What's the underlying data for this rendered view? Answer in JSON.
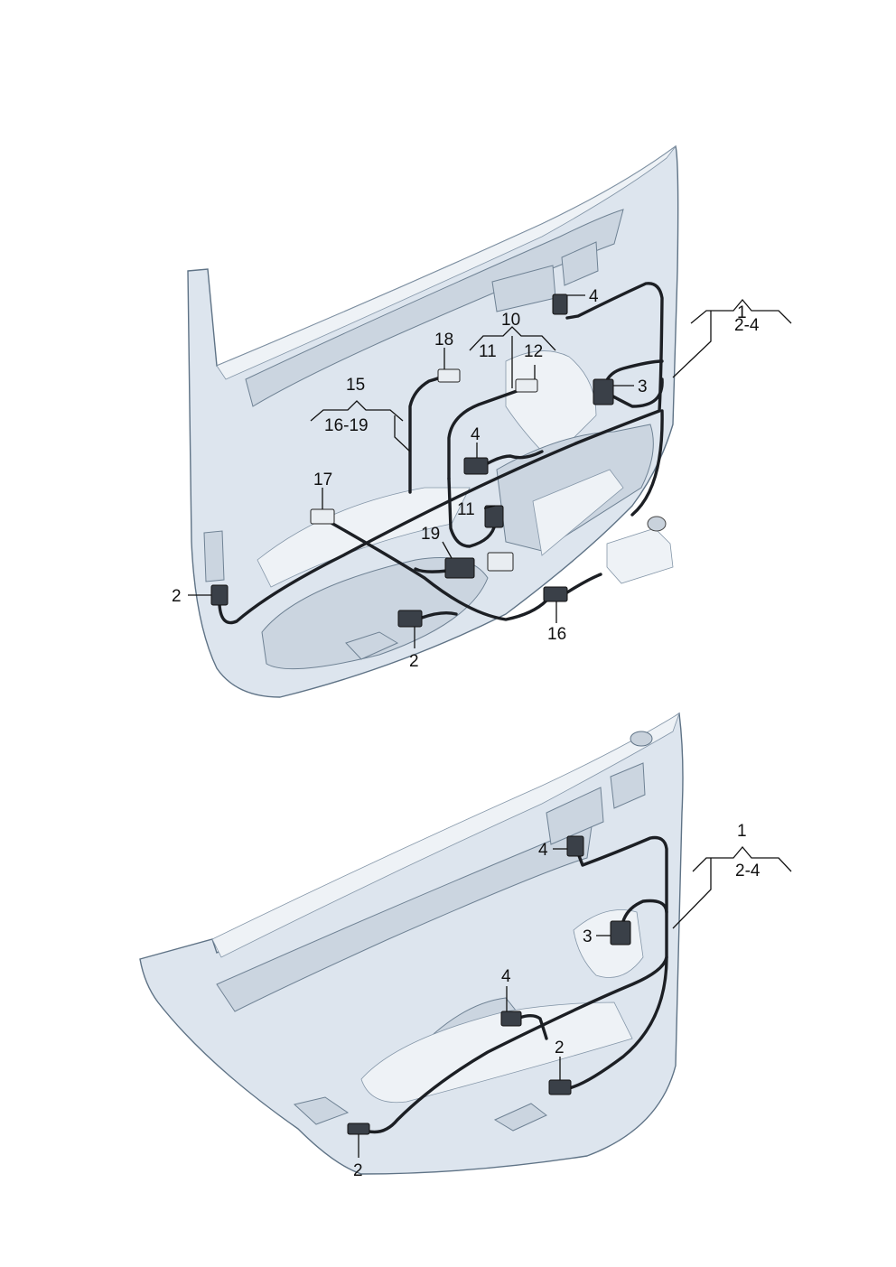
{
  "diagram": {
    "upper_door": {
      "labels": {
        "group_1": "1",
        "group_1_range": "2-4",
        "group_10": "10",
        "group_15": "15",
        "group_15_range": "16-19",
        "item_11_a": "11",
        "item_12": "12",
        "item_18": "18",
        "item_4_top": "4",
        "item_3": "3",
        "item_4_mid": "4",
        "item_17": "17",
        "item_11_b": "11",
        "item_19": "19",
        "item_2_left": "2",
        "item_2_bottom": "2",
        "item_16": "16"
      }
    },
    "lower_door": {
      "labels": {
        "group_1": "1",
        "group_1_range": "2-4",
        "item_4_top": "4",
        "item_3": "3",
        "item_4_mid": "4",
        "item_2_right": "2",
        "item_2_bottom": "2"
      }
    }
  }
}
